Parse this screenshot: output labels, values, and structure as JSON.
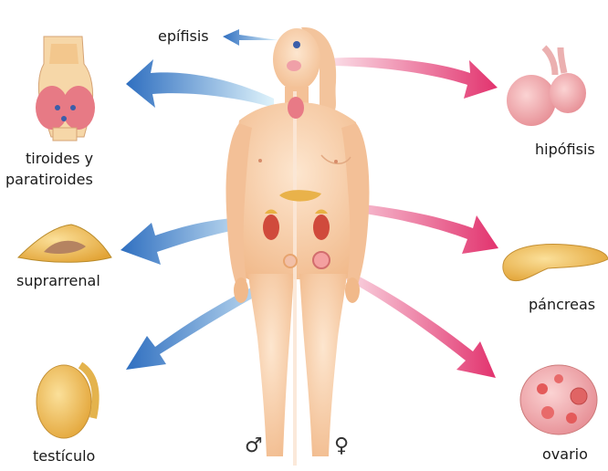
{
  "labels": {
    "epifisis": "epífisis",
    "tiroides_line1": "tiroides y",
    "tiroides_line2": "paratiroides",
    "suprarrenal": "suprarrenal",
    "testiculo": "testículo",
    "hipofisis": "hipófisis",
    "pancreas": "páncreas",
    "ovario": "ovario"
  },
  "symbols": {
    "male": "♂",
    "female": "♀"
  },
  "colors": {
    "left_arrow": "#3b7fc4",
    "right_arrow": "#e3457a",
    "skin": "#f6c9a0",
    "gland": "#e0a63a"
  }
}
